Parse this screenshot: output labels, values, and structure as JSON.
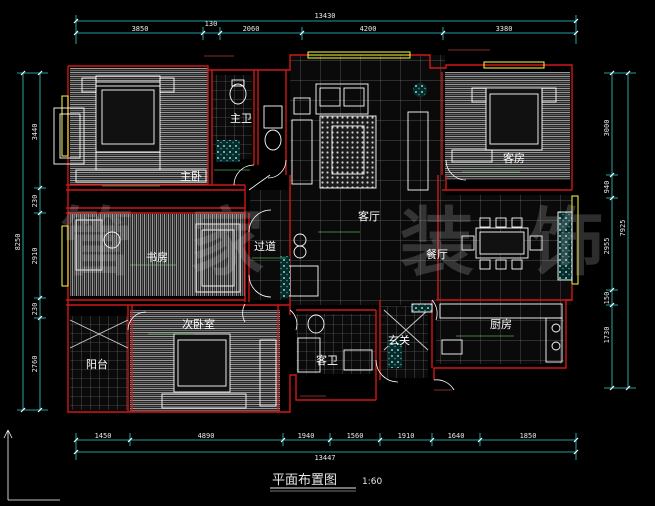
{
  "colors": {
    "background": "#000000",
    "wall": "#d01818",
    "dimension": "#30d0d0",
    "text": "#ffffff",
    "note": "#7ff07f",
    "floor": "#bdbdbd",
    "tile": "#707070",
    "furniture": "#ffffff",
    "window": "#ffff3c"
  },
  "dimensions": {
    "top_total": "13430",
    "top": [
      "3850",
      "130",
      "2060",
      "4200",
      "3380"
    ],
    "left_total": "8250",
    "left": [
      "3440",
      "230",
      "2910",
      "230",
      "2760"
    ],
    "right_total": "7925",
    "right": [
      "3000",
      "940",
      "2955",
      "150",
      "1730"
    ],
    "bottom_total": "13447",
    "bottom": [
      "1450",
      "4890",
      "1940",
      "1560",
      "1910",
      "1640",
      "1850"
    ]
  },
  "rooms": {
    "master_bath": "主卫",
    "master_bedroom": "主卧",
    "living_room": "客厅",
    "guest_room": "客房",
    "study": "书房",
    "corridor": "过道",
    "dining_room": "餐厅",
    "second_bedroom": "次卧室",
    "balcony": "阳台",
    "guest_bath": "客卫",
    "entrance": "玄关",
    "kitchen": "厨房"
  },
  "watermark": [
    "管",
    "家",
    "装",
    "饰"
  ],
  "caption": {
    "title": "平面布置图",
    "scale": "1:60"
  }
}
